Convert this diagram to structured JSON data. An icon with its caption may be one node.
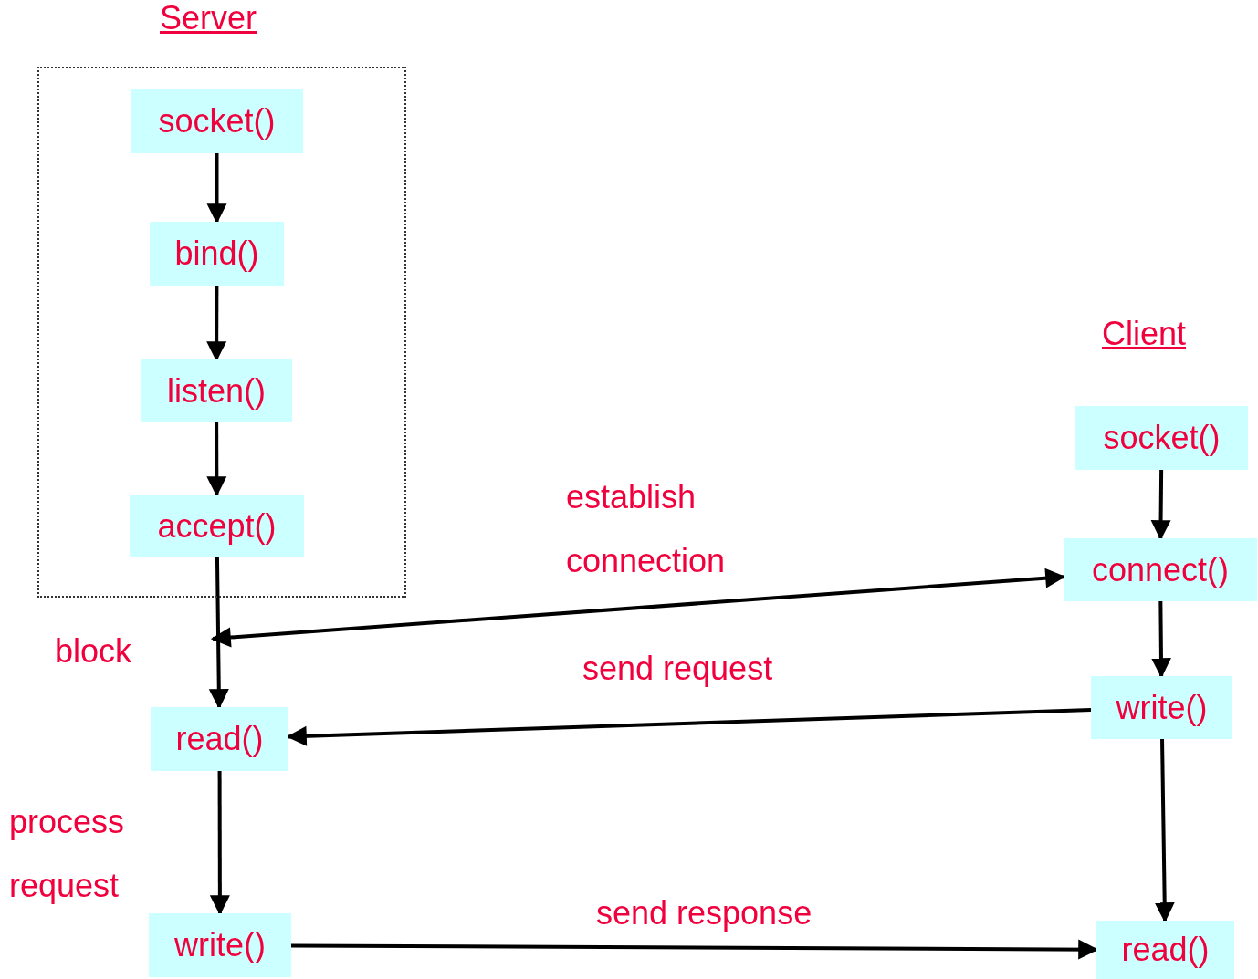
{
  "diagram": {
    "nodes": [
      {
        "text": [
          "Server"
        ]
      },
      {
        "text": [
          "socket()"
        ],
        "in": 0
      },
      {
        "text": [
          "bind()"
        ],
        "in": 0
      },
      {
        "text": [
          "listen()"
        ],
        "in": 0
      },
      {
        "text": [
          "accept()"
        ],
        "in": 0
      },
      {
        "text": [
          "read()"
        ]
      },
      {
        "text": [
          "write()"
        ]
      },
      {
        "text": [
          "socket()"
        ]
      },
      {
        "text": [
          "connect()"
        ]
      },
      {
        "text": [
          "write()"
        ]
      },
      {
        "text": [
          "read()"
        ]
      }
    ],
    "edges": [
      {
        "from": 1,
        "to": 2,
        "arrow": "to"
      },
      {
        "from": 2,
        "to": 3,
        "arrow": "to"
      },
      {
        "from": 3,
        "to": 4,
        "arrow": "to"
      },
      {
        "from": 4,
        "to": 5,
        "arrow": "to"
      },
      {
        "from": null,
        "to": 8,
        "arrow": "both",
        "label": "establish connection"
      },
      {
        "from": 7,
        "to": 8,
        "arrow": "to"
      },
      {
        "from": 8,
        "to": 9,
        "arrow": "to"
      },
      {
        "from": 9,
        "to": 5,
        "arrow": "to",
        "label": "send request"
      },
      {
        "from": 5,
        "to": 6,
        "arrow": "to"
      },
      {
        "from": 9,
        "to": 10,
        "arrow": "to"
      },
      {
        "from": 6,
        "to": 10,
        "arrow": "to",
        "label": "send response"
      }
    ],
    "labels": [
      "Client",
      "block",
      "process request"
    ]
  }
}
